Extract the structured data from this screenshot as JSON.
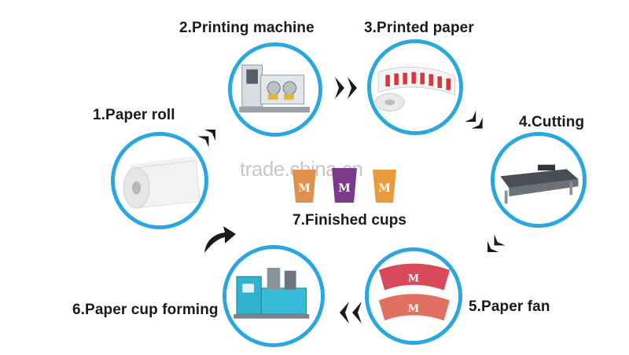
{
  "steps": {
    "s1": "1.Paper roll",
    "s2": "2.Printing machine",
    "s3": "3.Printed paper",
    "s4": "4.Cutting",
    "s5": "5.Paper fan",
    "s6": "6.Paper cup forming",
    "s7": "7.Finished cups"
  },
  "watermark": "trade.china.cn",
  "colors": {
    "ring": "#2aa6e0",
    "arrow": "#1a1a1a",
    "text": "#1a1a1a"
  },
  "icons": [
    "paper-roll-image",
    "printing-machine-image",
    "printed-paper-image",
    "cutting-machine-image",
    "paper-fan-image",
    "cup-forming-machine-image",
    "finished-cups-image",
    "double-chevron-arrow-icon"
  ]
}
